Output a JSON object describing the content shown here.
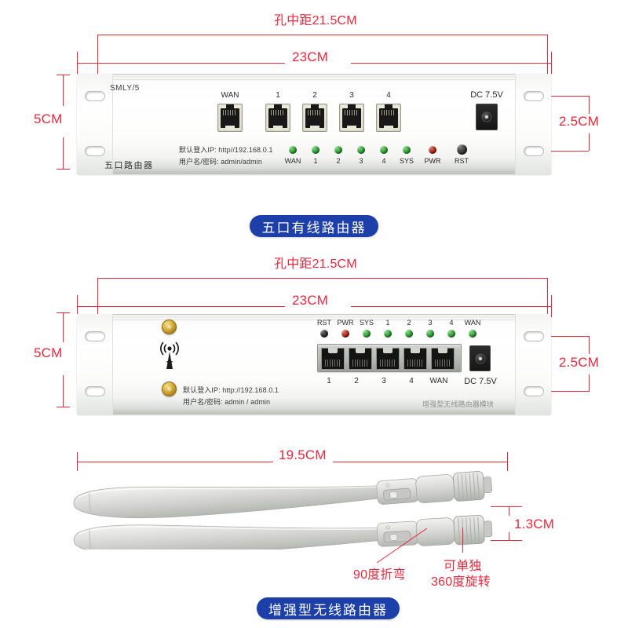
{
  "page": {
    "title": "路由器模块尺寸图"
  },
  "device1": {
    "name": "五口有线路由器",
    "caption": "五口有线路由器",
    "model_label": "SMLY/5",
    "bottom_left_label": "五口路由器",
    "silkscreen": {
      "line1": "默认登入IP: http//192.168.0.1",
      "line2": "用户名/密码: admin/admin"
    },
    "power_label": "DC 7.5V",
    "ports": [
      {
        "label": "WAN"
      },
      {
        "label": "1"
      },
      {
        "label": "2"
      },
      {
        "label": "3"
      },
      {
        "label": "4"
      }
    ],
    "leds": [
      {
        "label": "WAN",
        "color": "green"
      },
      {
        "label": "1",
        "color": "green"
      },
      {
        "label": "2",
        "color": "green"
      },
      {
        "label": "3",
        "color": "green"
      },
      {
        "label": "4",
        "color": "green"
      },
      {
        "label": "SYS",
        "color": "green"
      },
      {
        "label": "PWR",
        "color": "red"
      },
      {
        "label": "RST",
        "color": "black"
      }
    ],
    "dimensions": {
      "hole_pitch": "孔中距21.5CM",
      "width": "23CM",
      "height": "5CM",
      "ear_hole_pitch": "2.5CM"
    }
  },
  "device2": {
    "name": "增强型无线路由器",
    "caption": "增强型无线路由器",
    "module_label": "增强型无线路由器模块",
    "silkscreen": {
      "line1": "默认登入IP: http://192.168.0.1",
      "line2": "用户名/密码: admin / admin"
    },
    "power_label": "DC 7.5V",
    "ports": [
      {
        "label": "1"
      },
      {
        "label": "2"
      },
      {
        "label": "3"
      },
      {
        "label": "4"
      },
      {
        "label": "WAN"
      }
    ],
    "leds": [
      {
        "label": "RST",
        "color": "black"
      },
      {
        "label": "PWR",
        "color": "red"
      },
      {
        "label": "SYS",
        "color": "green"
      },
      {
        "label": "1",
        "color": "green"
      },
      {
        "label": "2",
        "color": "green"
      },
      {
        "label": "3",
        "color": "green"
      },
      {
        "label": "4",
        "color": "green"
      },
      {
        "label": "WAN",
        "color": "green"
      }
    ],
    "dimensions": {
      "hole_pitch": "孔中距21.5CM",
      "width": "23CM",
      "height": "5CM",
      "ear_hole_pitch": "2.5CM"
    }
  },
  "antenna": {
    "dimensions": {
      "length": "19.5CM",
      "diameter": "1.3CM"
    },
    "annotations": {
      "bend": "90度折弯",
      "rotate_line1": "可单独",
      "rotate_line2": "360度旋转"
    }
  },
  "colors": {
    "annotation_red": "#e8283c",
    "caption_blue": "#1c3faa",
    "led_green": "#2f9b34",
    "led_red": "#a82418",
    "sma_gold": "#d9ae36"
  }
}
